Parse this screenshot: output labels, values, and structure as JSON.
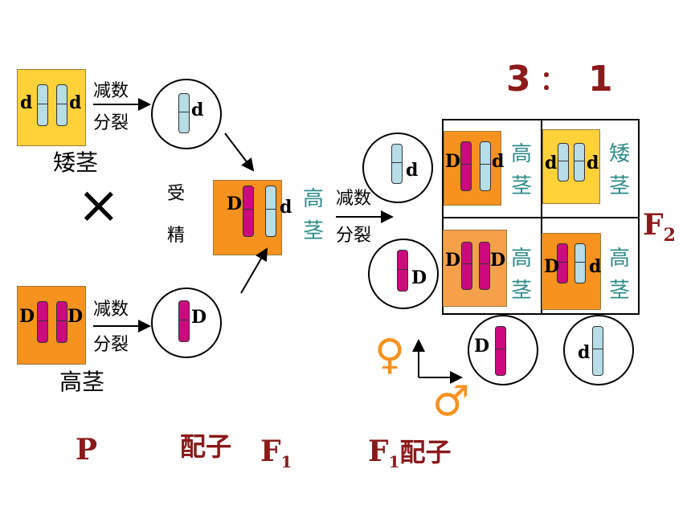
{
  "parents": {
    "short": {
      "allele_left": "d",
      "allele_right": "d",
      "label": "矮茎"
    },
    "tall": {
      "allele_left": "D",
      "allele_right": "D",
      "label": "高茎"
    }
  },
  "meiosis": {
    "line1": "减数",
    "line2": "分裂"
  },
  "cross_symbol": "×",
  "fertilization": {
    "line1": "受",
    "line2": "精"
  },
  "gametes_p": {
    "short": "d",
    "tall": "D"
  },
  "f1": {
    "allele_left": "D",
    "allele_right": "d",
    "label_line1": "高",
    "label_line2": "茎"
  },
  "f1_meiosis": {
    "line1": "减数",
    "line2": "分裂"
  },
  "f1_gametes_female": {
    "top": "d",
    "bottom": "D"
  },
  "f1_gametes_male": {
    "left": "D",
    "right": "d"
  },
  "punnett": [
    {
      "a1": "D",
      "a2": "d",
      "pheno1": "高",
      "pheno2": "茎"
    },
    {
      "a1": "d",
      "a2": "d",
      "pheno1": "矮",
      "pheno2": "茎"
    },
    {
      "a1": "D",
      "a2": "D",
      "pheno1": "高",
      "pheno2": "茎"
    },
    {
      "a1": "D",
      "a2": "d",
      "pheno1": "高",
      "pheno2": "茎"
    }
  ],
  "ratio": {
    "left": "3",
    "sep": "：",
    "right": "1"
  },
  "f2_label": "F",
  "f2_sub": "2",
  "female_symbol": "♀",
  "male_symbol": "♂",
  "bottom": {
    "p": "P",
    "gamete": "配子",
    "f1": "F",
    "f1_sub": "1",
    "f1g": "F",
    "f1g_sub": "1",
    "f1g_rest": "配子"
  },
  "colors": {
    "teal": "#2f8b8b",
    "dark_red": "#8b1a1a",
    "orange": "#f7921e",
    "yellow": "#ffd23a",
    "magenta": "#cc0a7d",
    "light_blue": "#b7dde6"
  }
}
